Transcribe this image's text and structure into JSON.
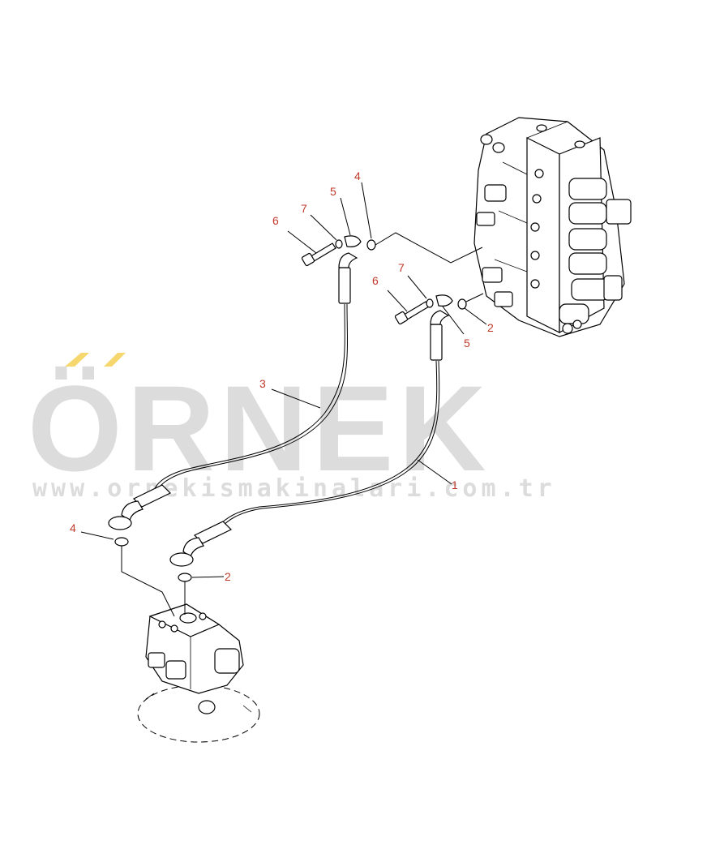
{
  "watermark": {
    "brand": "ÖRNEK",
    "url": "www.ornekismakinalari.com.tr",
    "accent_color": "#f5d76e",
    "text_color": "#dcdcdc"
  },
  "callouts": {
    "label_color": "#c0392b",
    "items": [
      "6",
      "7",
      "5",
      "4",
      "7",
      "6",
      "5",
      "2",
      "3",
      "1",
      "4",
      "2"
    ]
  }
}
